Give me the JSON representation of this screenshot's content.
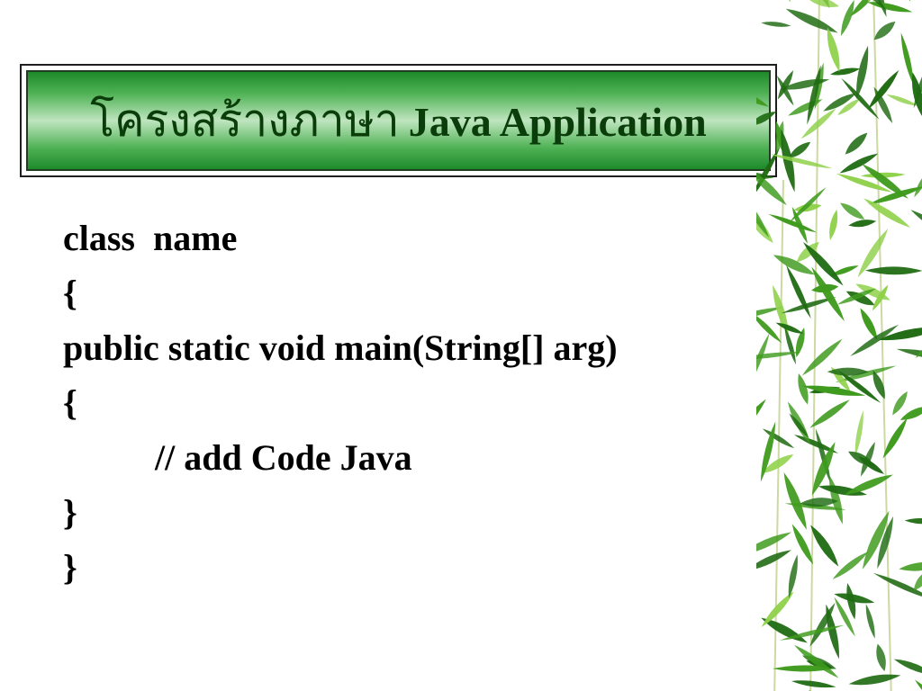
{
  "title": {
    "thai": "โครงสร้างภาษา",
    "english": "Java Application"
  },
  "code_lines": [
    "class  name",
    "{",
    "public static void main(String[] arg)",
    "{",
    "// add Code Java",
    "}",
    "}"
  ],
  "decoration": {
    "name": "bamboo-leaves-icon",
    "colors": {
      "leaf_dark": "#1f6b12",
      "leaf_mid": "#3f9b1e",
      "leaf_light": "#8fd14a",
      "stem": "#b7c97a"
    }
  },
  "title_colors": {
    "text": "#0b3d0b",
    "gradient_dark": "#1d8a2a",
    "gradient_light": "#bfe5bf"
  }
}
